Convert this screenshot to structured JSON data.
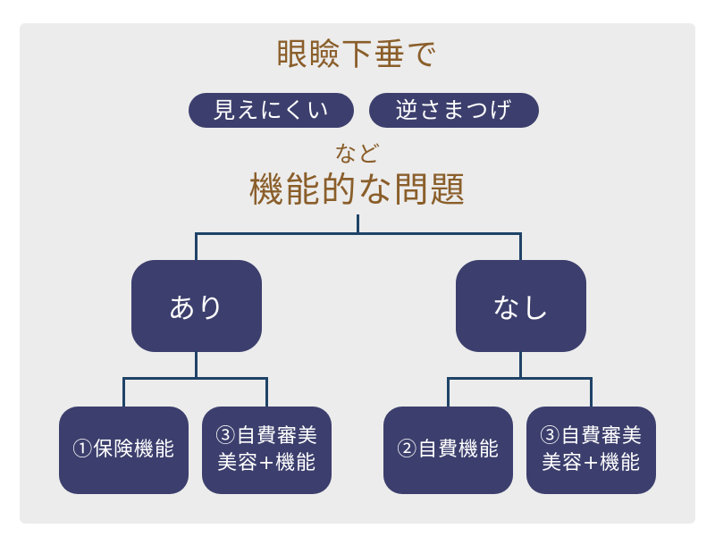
{
  "theme": {
    "page_background": "#ffffff",
    "panel_background": "#ececec",
    "accent_brown": "#8a5e2a",
    "node_navy": "#3c3f6d",
    "connector_blue": "#1f4368",
    "node_text": "#ffffff"
  },
  "header": {
    "title": "眼瞼下垂で",
    "pills": [
      {
        "label": "見えにくい"
      },
      {
        "label": "逆さまつげ"
      }
    ],
    "conjunction": "など",
    "subtitle": "機能的な問題"
  },
  "tree": {
    "branches": [
      {
        "label": "あり"
      },
      {
        "label": "なし"
      }
    ],
    "leaves": [
      {
        "line1": "①保険機能",
        "line2": ""
      },
      {
        "line1": "③自費審美",
        "line2": "美容+機能"
      },
      {
        "line1": "②自費機能",
        "line2": ""
      },
      {
        "line1": "③自費審美",
        "line2": "美容+機能"
      }
    ]
  }
}
